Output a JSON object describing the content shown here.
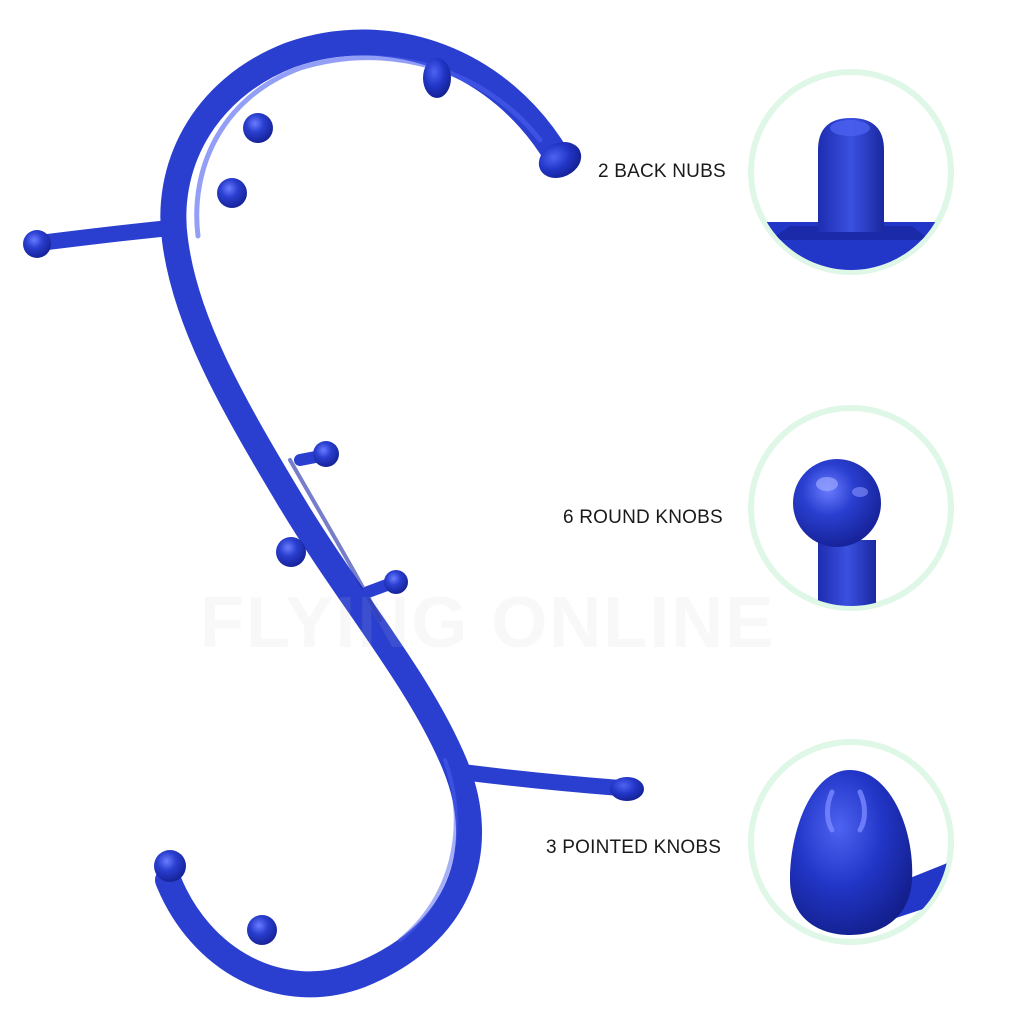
{
  "features": [
    {
      "label": "2 BACK NUBS",
      "icon": "back-nub-closeup"
    },
    {
      "label": "6 ROUND KNOBS",
      "icon": "round-knob-closeup"
    },
    {
      "label": "3 POINTED KNOBS",
      "icon": "pointed-knob-closeup"
    }
  ],
  "watermark": "FLYING ONLINE",
  "colors": {
    "product": "#2a3fd0",
    "product_dark": "#1a2aa8",
    "product_light": "#5b6cf0",
    "ring": "#dff7e6"
  }
}
